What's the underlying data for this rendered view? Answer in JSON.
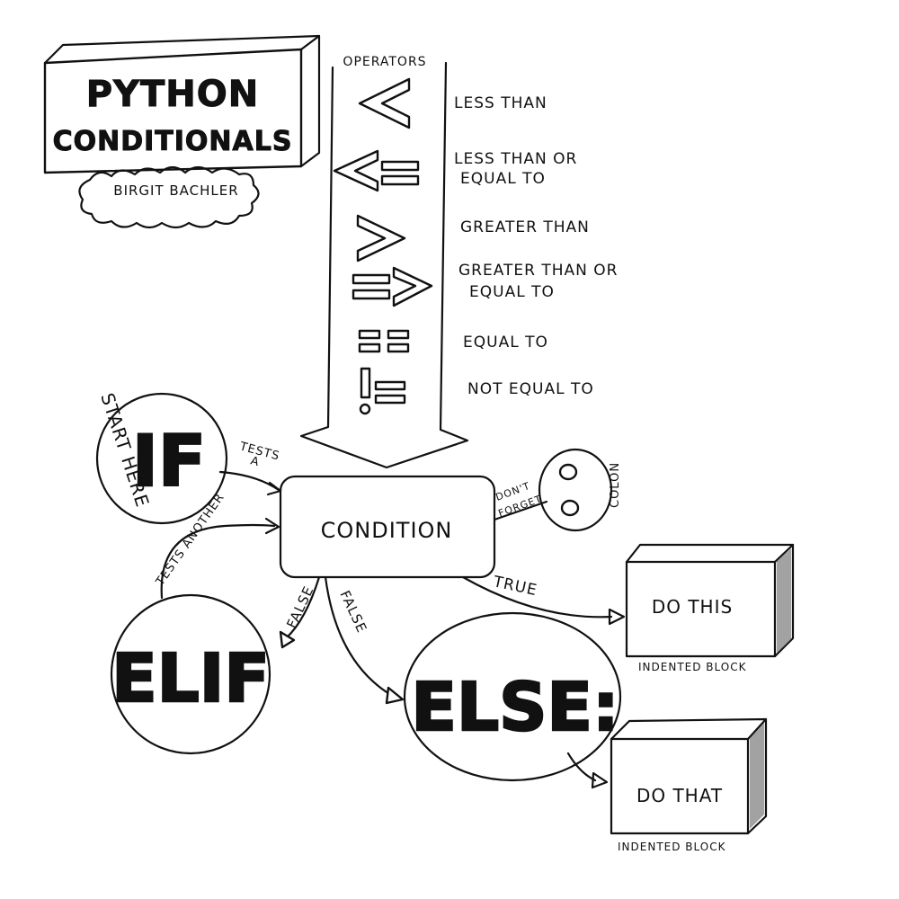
{
  "title": {
    "line1": "PYTHON",
    "line2": "CONDITIONALS",
    "author": "BIRGIT BACHLER"
  },
  "operators": {
    "header": "OPERATORS",
    "items": [
      {
        "symbol": "<",
        "label_lines": [
          "LESS THAN"
        ]
      },
      {
        "symbol": "<=",
        "label_lines": [
          "LESS THAN OR",
          "EQUAL TO"
        ]
      },
      {
        "symbol": ">",
        "label_lines": [
          "GREATER THAN"
        ]
      },
      {
        "symbol": "=>",
        "label_lines": [
          "GREATER THAN OR",
          "EQUAL TO"
        ]
      },
      {
        "symbol": "==",
        "label_lines": [
          "EQUAL TO"
        ]
      },
      {
        "symbol": "!=",
        "label_lines": [
          "NOT EQUAL TO"
        ]
      }
    ]
  },
  "nodes": {
    "start_here": "START HERE",
    "if": "IF",
    "condition": "CONDITION",
    "colon_symbol": ":",
    "colon_label": "COLON",
    "dont_forget_lines": [
      "DON'T",
      "FORGET"
    ],
    "elif": "ELIF",
    "else": "ELSE:",
    "do_this": "DO THIS",
    "do_that": "DO THAT",
    "indented_block": "INDENTED BLOCK"
  },
  "edges": {
    "tests_a_lines": [
      "TESTS",
      "A"
    ],
    "tests_another": "TESTS ANOTHER",
    "true": "TRUE",
    "false_elif": "FALSE",
    "false_else": "FALSE"
  }
}
